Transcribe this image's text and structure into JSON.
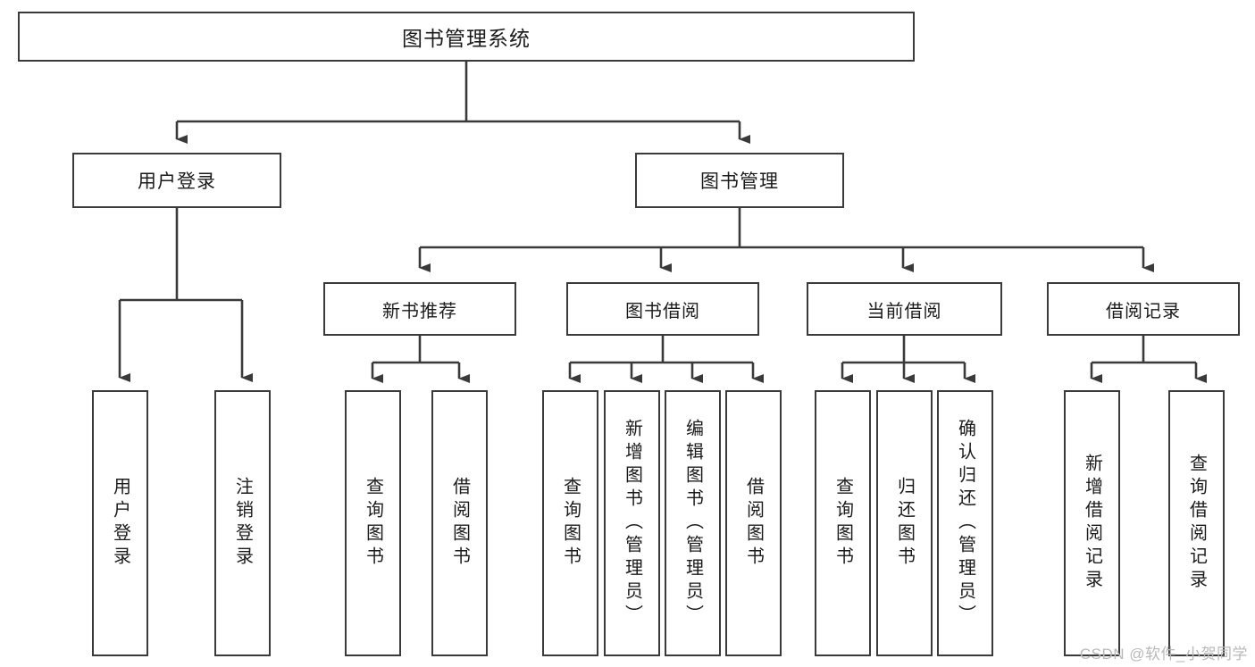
{
  "diagram": {
    "title": "图书管理系统",
    "type": "tree",
    "watermark": "CSDN @软件_小贺同学",
    "colors": {
      "box_border": "#3a3a3a",
      "box_fill": "#ffffff",
      "connector": "#3a3a3a",
      "text": "#1b1b1b",
      "watermark": "#b9b9b9",
      "background": "#ffffff"
    },
    "root": {
      "label": "图书管理系统"
    },
    "level2": [
      {
        "label": "用户登录"
      },
      {
        "label": "图书管理"
      }
    ],
    "level3": [
      {
        "label": "新书推荐"
      },
      {
        "label": "图书借阅"
      },
      {
        "label": "当前借阅"
      },
      {
        "label": "借阅记录"
      }
    ],
    "leaves": {
      "user_login": [
        {
          "label": "用户登录"
        },
        {
          "label": "注销登录"
        }
      ],
      "new_book_recommend": [
        {
          "label": "查询图书"
        },
        {
          "label": "借阅图书"
        }
      ],
      "book_borrow": [
        {
          "label": "查询图书"
        },
        {
          "label": "新增图书（管理员）"
        },
        {
          "label": "编辑图书（管理员）"
        },
        {
          "label": "借阅图书"
        }
      ],
      "current_borrow": [
        {
          "label": "查询图书"
        },
        {
          "label": "归还图书"
        },
        {
          "label": "确认归还（管理员）"
        }
      ],
      "borrow_record": [
        {
          "label": "新增借阅记录"
        },
        {
          "label": "查询借阅记录"
        }
      ]
    }
  }
}
